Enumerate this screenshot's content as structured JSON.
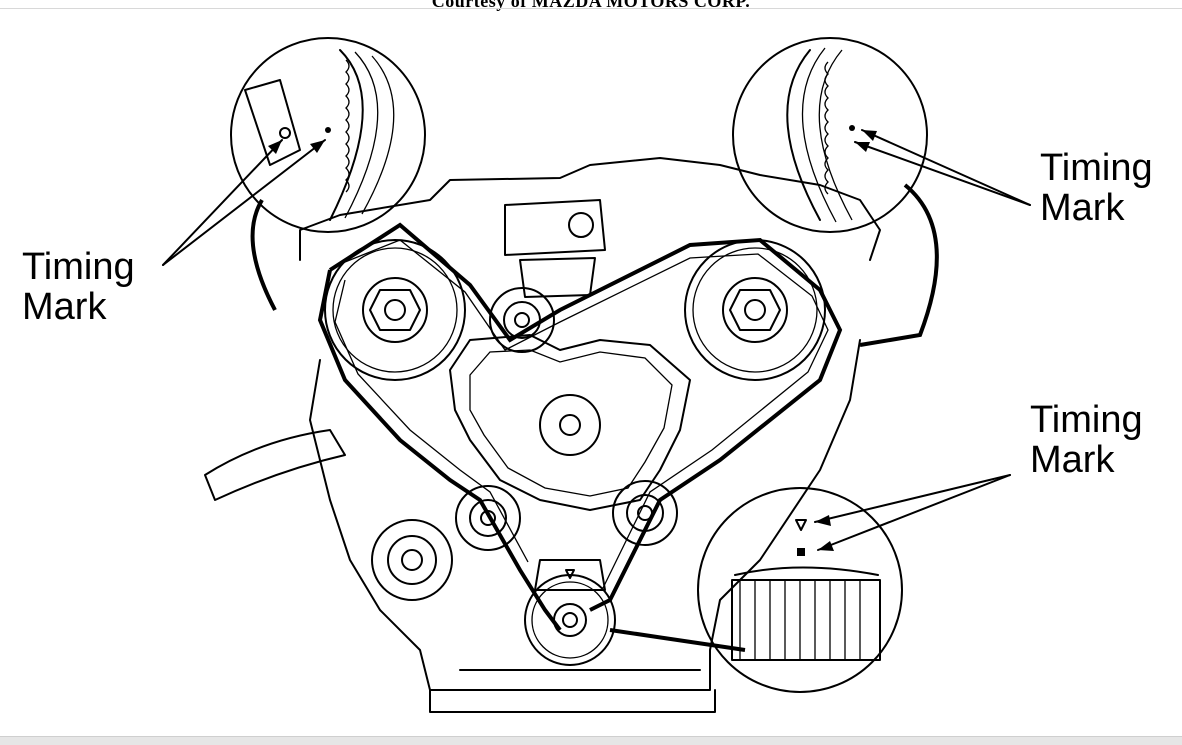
{
  "credit": "Courtesy of MAZDA MOTORS CORP.",
  "labels": {
    "left": [
      "Timing",
      "Mark"
    ],
    "right_top": [
      "Timing",
      "Mark"
    ],
    "right_bottom": [
      "Timing",
      "Mark"
    ]
  }
}
